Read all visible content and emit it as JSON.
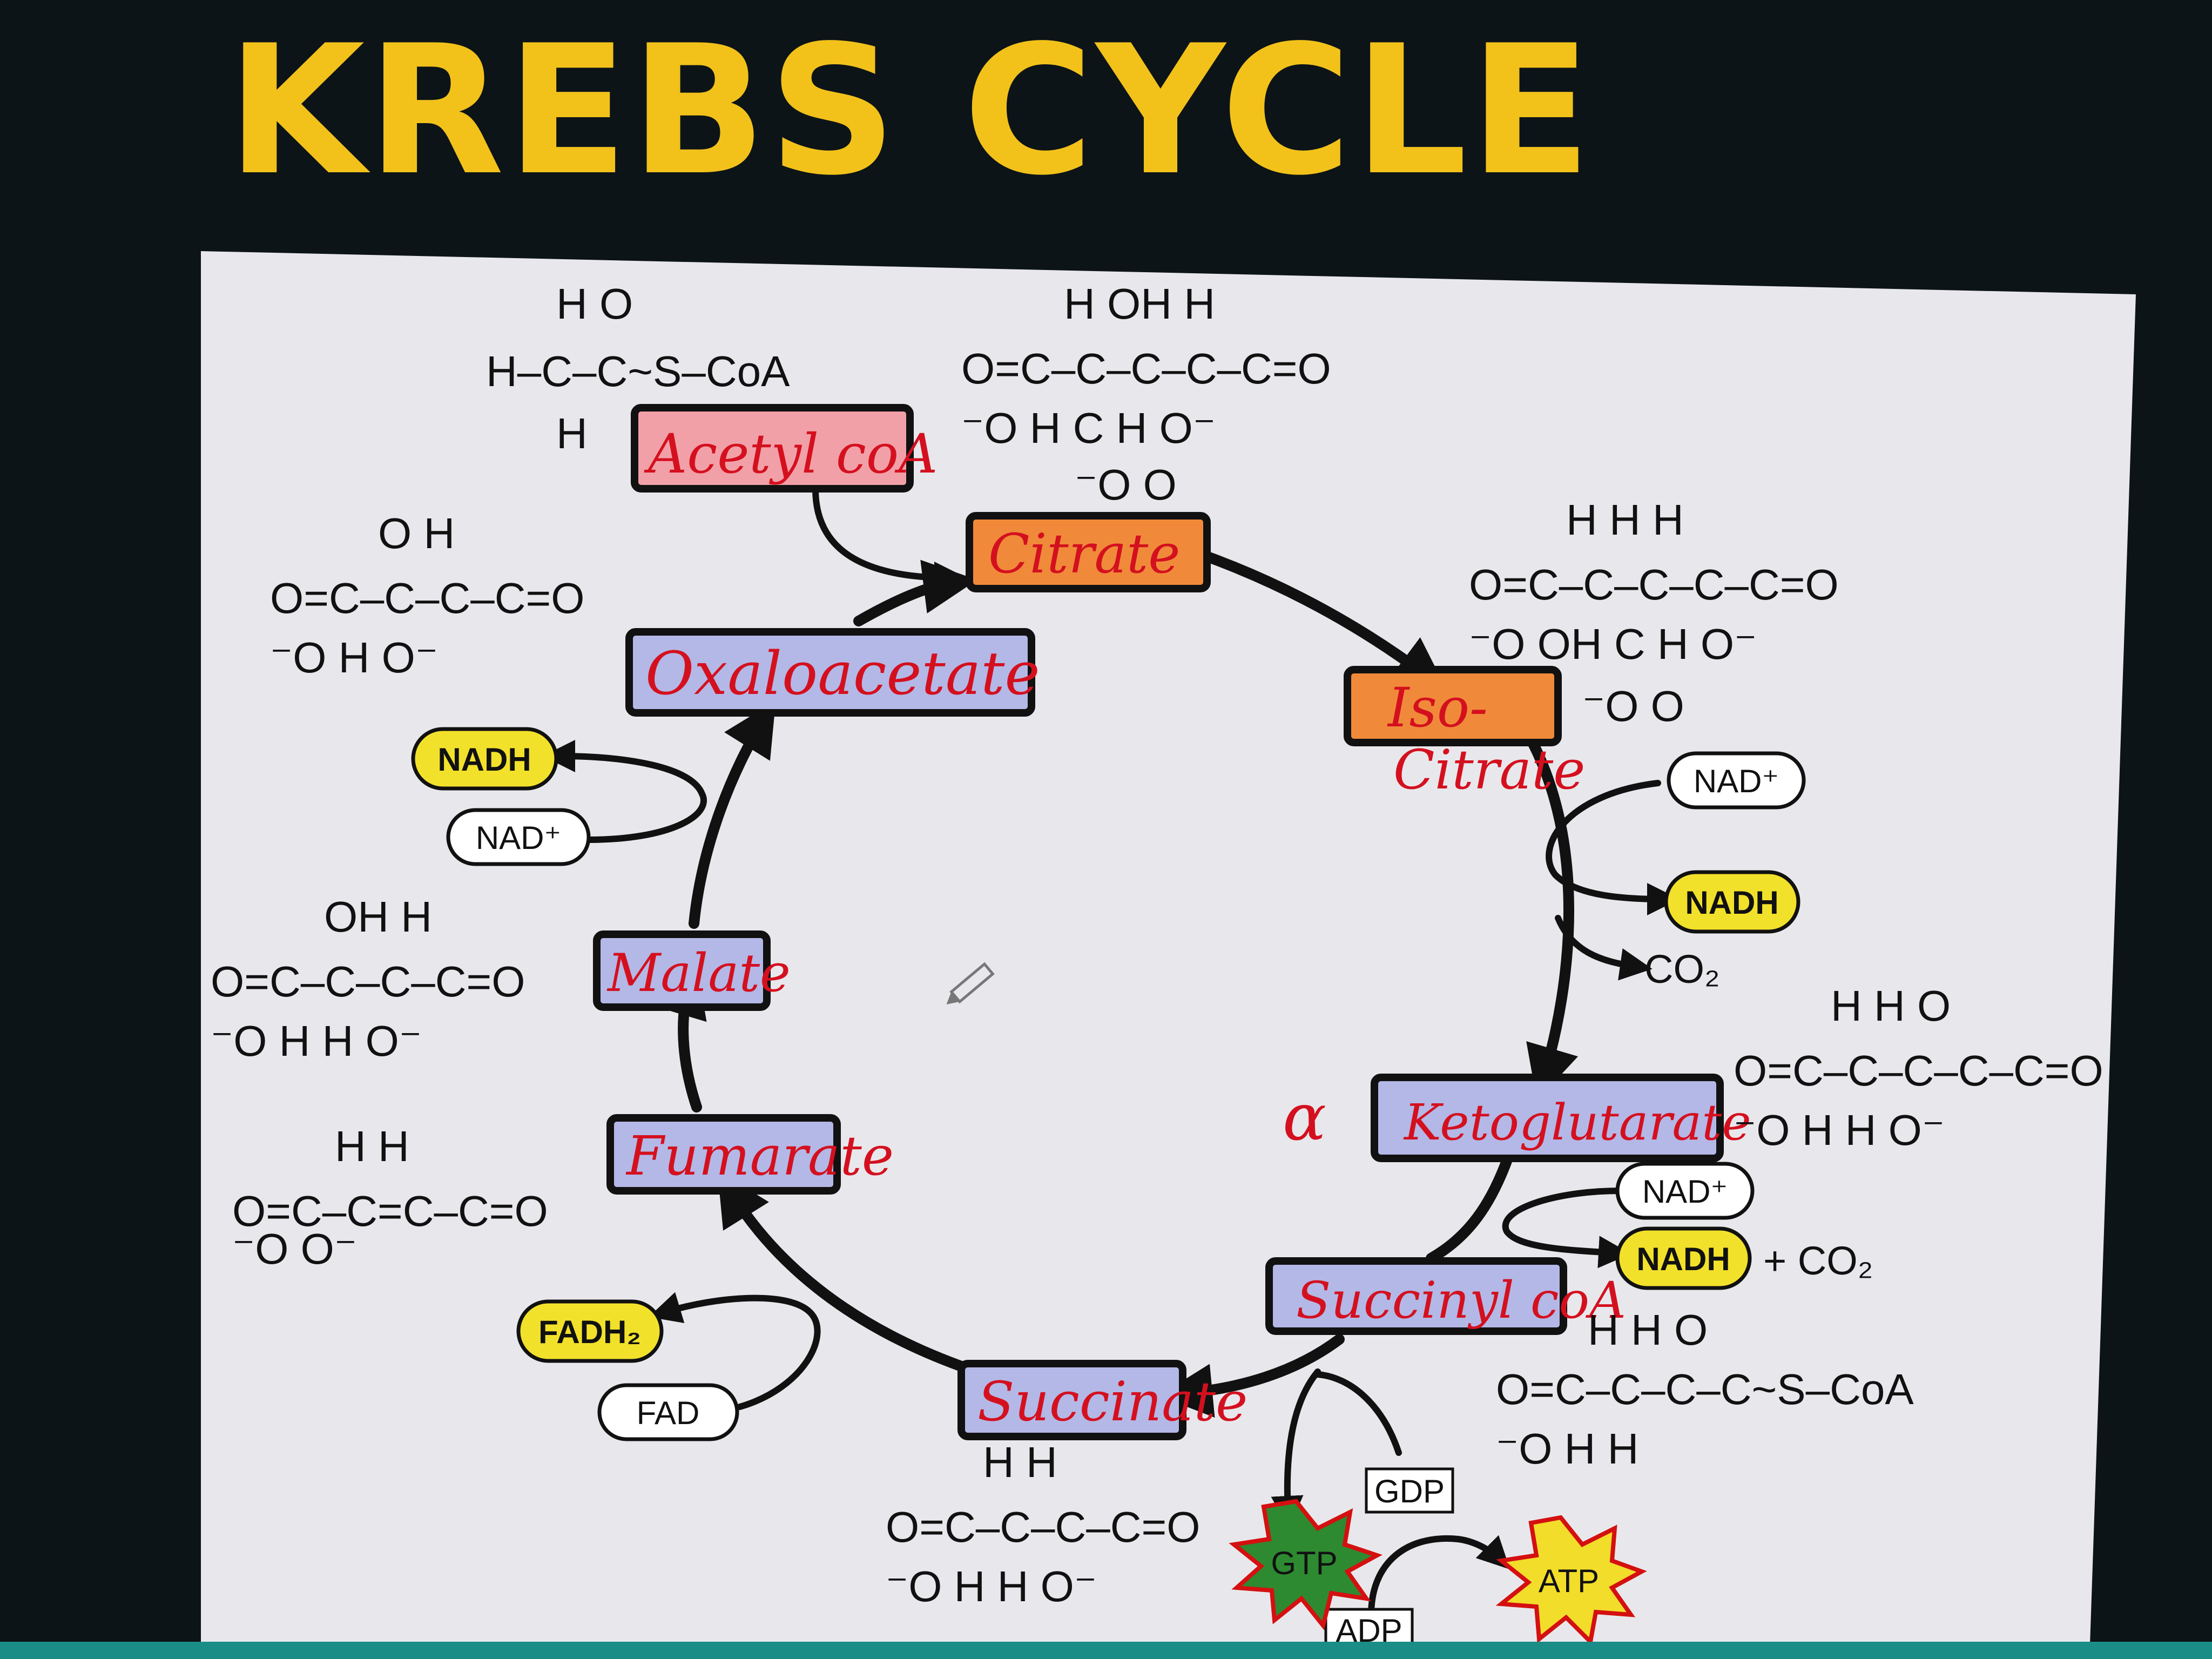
{
  "title": "KREBS CYCLE",
  "colors": {
    "title": "#f2c21b",
    "background": "#0d1417",
    "panel": "#e8e8ec",
    "handwriting": "#d4101f",
    "pink_box": "#f2a0a8",
    "orange_box": "#f08a3a",
    "blue_box": "#b4b8e6",
    "yellow_chip": "#f2e12a",
    "gtp_burst": "#2e8a30",
    "atp_burst": "#f2dd2a",
    "burst_edge": "#d41010"
  },
  "compounds": {
    "acetyl_coa": {
      "label": "Acetyl coA",
      "formula": [
        "H  O",
        "H–C–C~S–CoA",
        "H"
      ]
    },
    "citrate": {
      "label": "Citrate",
      "formula": [
        "H  OH H",
        "O=C–C–C–C–C=O",
        "⁻O  H  C  H  O⁻",
        "⁻O  O"
      ]
    },
    "isocitrate": {
      "label_top": "Iso-",
      "label_bottom": "Citrate",
      "formula": [
        "H  H  H",
        "O=C–C–C–C–C=O",
        "⁻O  OH  C  H  O⁻",
        "⁻O  O"
      ]
    },
    "alpha_ketoglutarate": {
      "prefix": "α",
      "label": "Ketoglutarate",
      "formula": [
        "H  H  O",
        "O=C–C–C–C–C=O",
        "⁻O  H  H  O⁻"
      ]
    },
    "succinyl_coa": {
      "label": "Succinyl coA",
      "formula": [
        "H  H  O",
        "O=C–C–C–C~S–CoA",
        "⁻O  H  H"
      ]
    },
    "succinate": {
      "label": "Succinate",
      "formula": [
        "H  H",
        "O=C–C–C–C=O",
        "⁻O  H  H  O⁻"
      ]
    },
    "fumarate": {
      "label": "Fumarate",
      "formula": [
        "H  H",
        "O=C–C=C–C=O",
        "⁻O  O⁻"
      ]
    },
    "malate": {
      "label": "Malate",
      "formula": [
        "OH  H",
        "O=C–C–C–C=O",
        "⁻O  H  H  O⁻"
      ]
    },
    "oxaloacetate": {
      "label": "Oxaloacetate",
      "formula": [
        "O  H",
        "O=C–C–C–C=O",
        "⁻O  H  O⁻"
      ]
    }
  },
  "cofactors": {
    "nad_plus": "NAD⁺",
    "nadh": "NADH",
    "co2": "CO₂",
    "plus_co2": "+ CO₂",
    "fad": "FAD",
    "fadh2": "FADH₂",
    "gdp": "GDP",
    "gtp": "GTP",
    "adp": "ADP",
    "atp": "ATP"
  }
}
